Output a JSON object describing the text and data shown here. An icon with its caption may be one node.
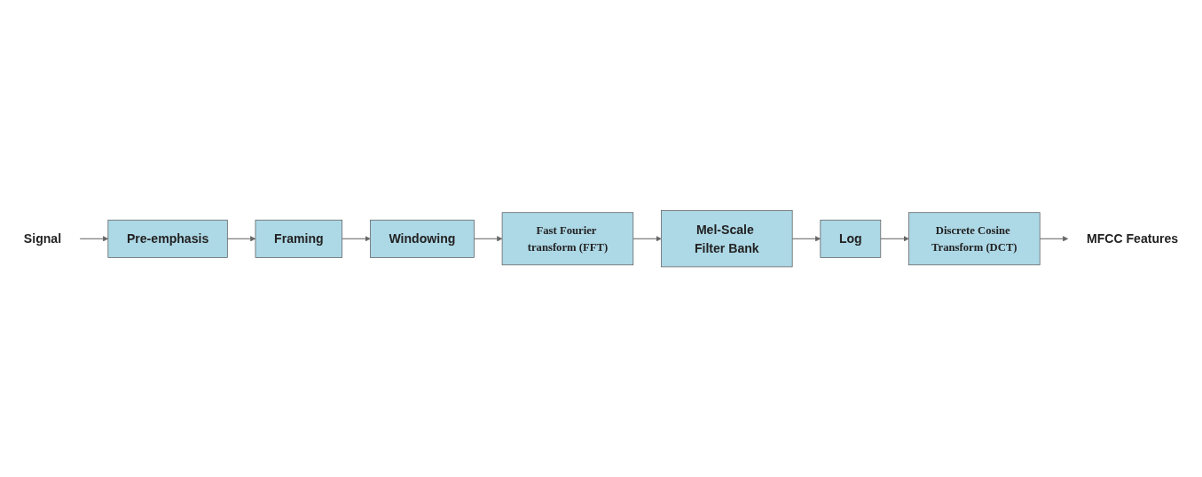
{
  "diagram": {
    "nodes": [
      {
        "text": [
          "Signal"
        ]
      },
      {
        "text": [
          "Pre-emphasis"
        ]
      },
      {
        "text": [
          "Framing"
        ]
      },
      {
        "text": [
          "Windowing"
        ]
      },
      {
        "text": [
          "Fast Fourier transform (FFT)"
        ]
      },
      {
        "text": [
          "Mel-Scale Filter Bank"
        ]
      },
      {
        "text": [
          "Log"
        ]
      },
      {
        "text": [
          "Discrete Cosine Transform (DCT)"
        ]
      },
      {
        "text": [
          "MFCC Features"
        ]
      }
    ],
    "edges": [
      {
        "from": 0,
        "to": 1,
        "arrow": "to"
      },
      {
        "from": 1,
        "to": 2,
        "arrow": "to"
      },
      {
        "from": 2,
        "to": 3,
        "arrow": "to"
      },
      {
        "from": 3,
        "to": 4,
        "arrow": "to"
      },
      {
        "from": 4,
        "to": 5,
        "arrow": "to"
      },
      {
        "from": 5,
        "to": 6,
        "arrow": "to"
      },
      {
        "from": 6,
        "to": 7,
        "arrow": "to"
      },
      {
        "from": 7,
        "to": 8,
        "arrow": "to"
      }
    ]
  }
}
